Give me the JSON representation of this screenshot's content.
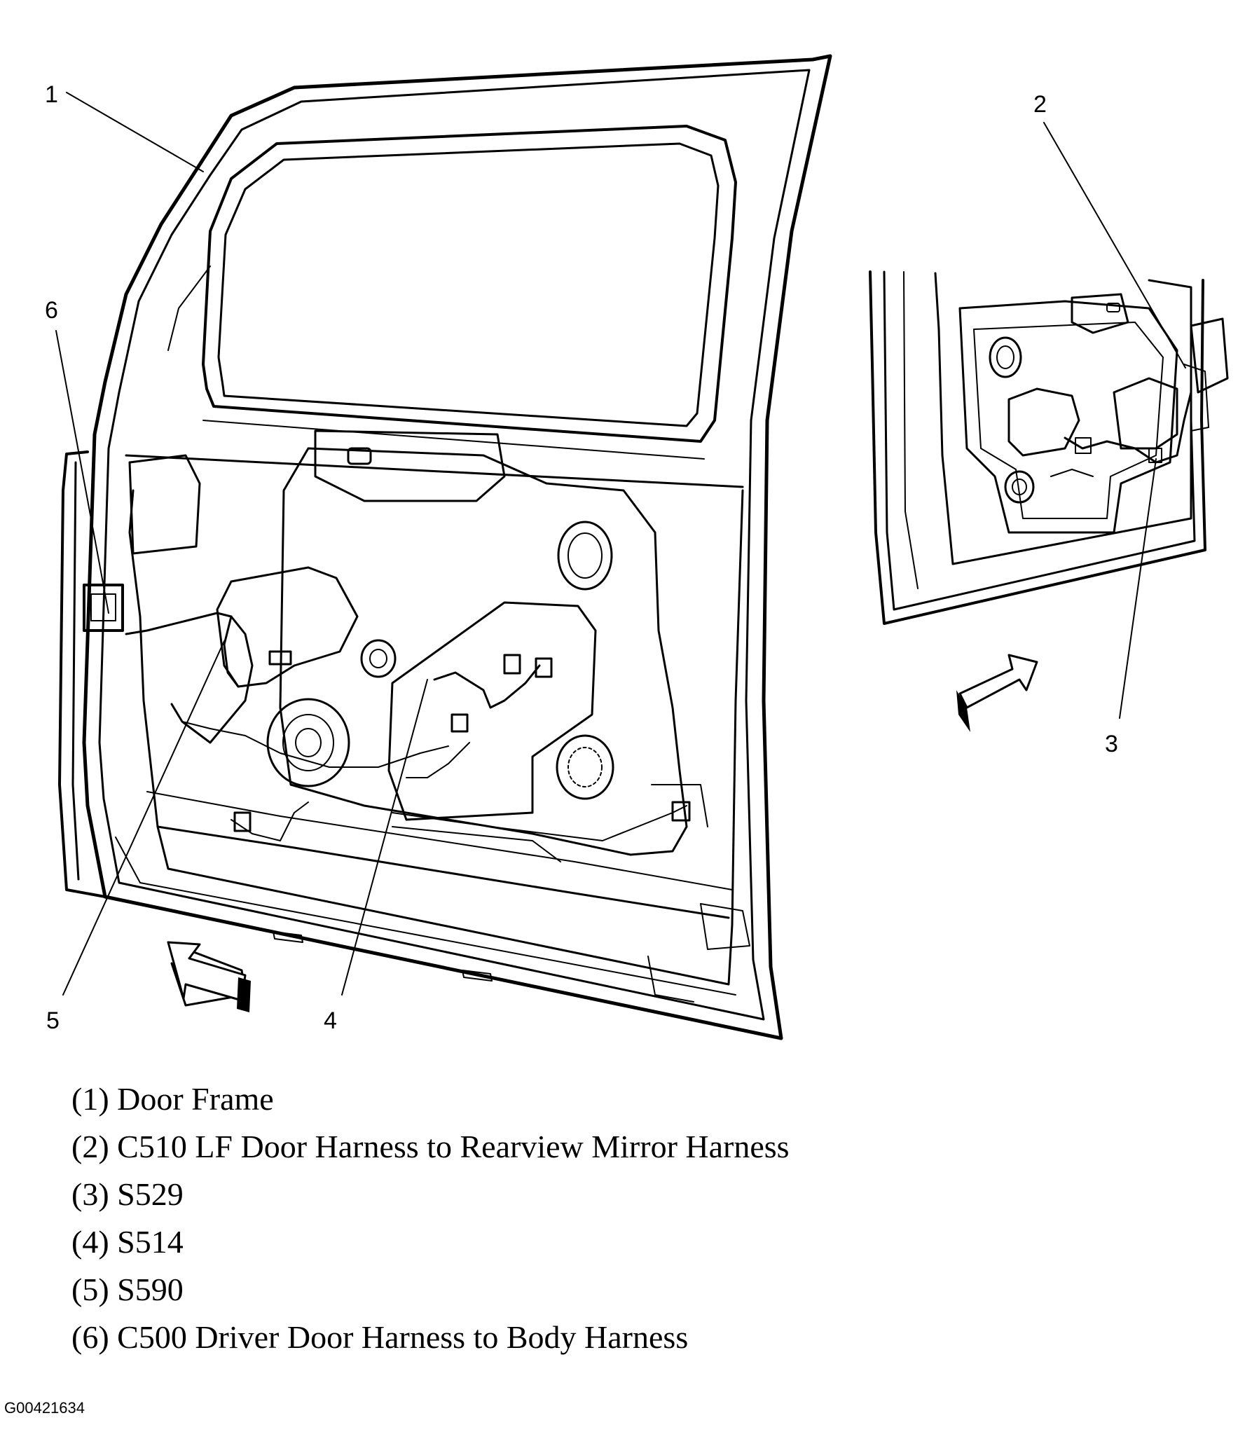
{
  "callouts": [
    "1",
    "2",
    "3",
    "4",
    "5",
    "6"
  ],
  "legend": [
    "(1) Door Frame",
    "(2) C510 LF Door Harness to Rearview Mirror Harness",
    "(3) S529",
    "(4) S514",
    "(5) S590",
    "(6) C500 Driver Door Harness to Body Harness"
  ],
  "figure_id": "G00421634"
}
